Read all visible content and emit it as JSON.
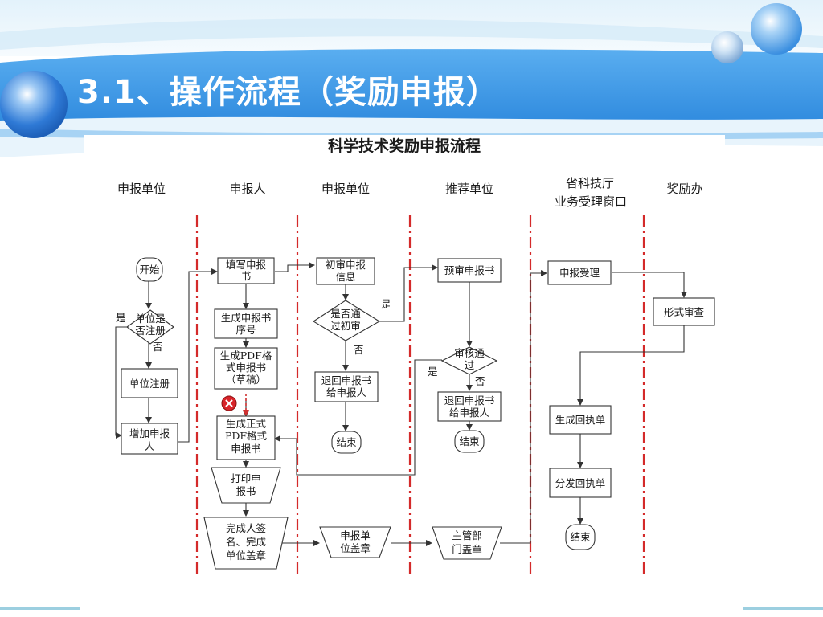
{
  "slide": {
    "title": "3.1、操作流程（奖励申报）"
  },
  "diagram": {
    "title": "科学技术奖励申报流程",
    "lanes": [
      {
        "header": [
          "申报单位"
        ]
      },
      {
        "header": [
          "申报人"
        ]
      },
      {
        "header": [
          "申报单位"
        ]
      },
      {
        "header": [
          "推荐单位"
        ]
      },
      {
        "header": [
          "省科技厅",
          "业务受理窗口"
        ]
      },
      {
        "header": [
          "奖励办"
        ]
      }
    ],
    "nodes": {
      "start": [
        "开始"
      ],
      "unit_registered": [
        "单位是",
        "否注册"
      ],
      "unit_register": [
        "单位注册"
      ],
      "add_applicant": [
        "增加申报",
        "人"
      ],
      "fill_form": [
        "填写申报",
        "书"
      ],
      "gen_serial": [
        "生成申报书",
        "序号"
      ],
      "gen_draft_pdf": [
        "生成PDF格",
        "式申报书",
        "（草稿）"
      ],
      "gen_final_pdf": [
        "生成正式",
        "PDF格式",
        "申报书"
      ],
      "print_form": [
        "打印申",
        "报书"
      ],
      "sign_complete": [
        "完成人签",
        "名、完成",
        "单位盖章"
      ],
      "initial_review_info": [
        "初审申报",
        "信息"
      ],
      "pass_initial": [
        "是否通",
        "过初审"
      ],
      "return_applicant_1": [
        "退回申报书",
        "给申报人"
      ],
      "end_1": [
        "结束"
      ],
      "unit_stamp": [
        "申报单",
        "位盖章"
      ],
      "prereview": [
        "预审申报书"
      ],
      "audit_pass": [
        "审核通",
        "过"
      ],
      "return_applicant_2": [
        "退回申报书",
        "给申报人"
      ],
      "end_2": [
        "结束"
      ],
      "authority_stamp": [
        "主管部",
        "门盖章"
      ],
      "accept": [
        "申报受理"
      ],
      "gen_receipt": [
        "生成回执单"
      ],
      "distribute_receipt": [
        "分发回执单"
      ],
      "end_3": [
        "结束"
      ],
      "formal_review": [
        "形式审查"
      ]
    },
    "edge_labels": {
      "yes": "是",
      "no": "否"
    }
  }
}
